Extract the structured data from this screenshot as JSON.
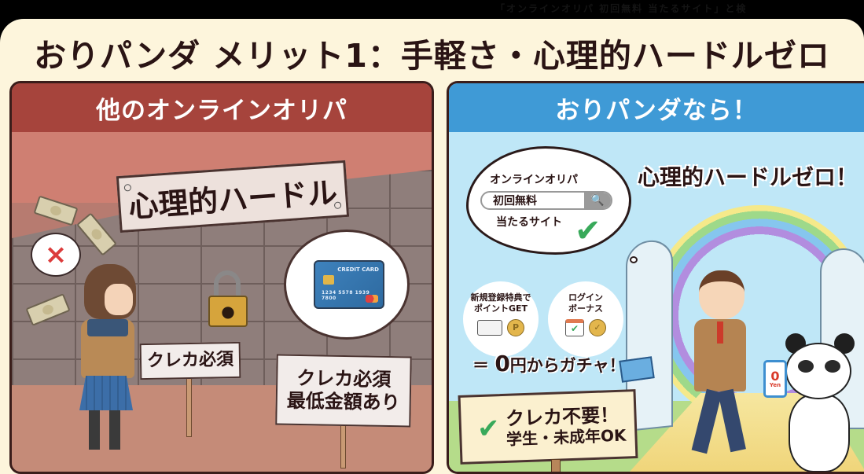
{
  "top_caption": "「オンラインオリパ 初回無料 当たるサイト」と検",
  "title": "おりパンダ メリット1：手軽さ・心理的ハードルゼロ",
  "left_panel": {
    "header": "他のオンラインオリパ",
    "big_sign": "心理的ハードル",
    "thought_icon": "×",
    "credit_card": {
      "title": "CREDIT CARD",
      "number": "1234 5578 1939 7800"
    },
    "sign_1": "クレカ必須",
    "sign_2_line1": "クレカ必須",
    "sign_2_line2": "最低金額あり",
    "colors": {
      "header": "#a6443c",
      "sky": "#cf7f72",
      "wall": "#8f7e7b"
    }
  },
  "right_panel": {
    "header": "おりパンダなら！",
    "headline": "心理的ハードルゼロ！",
    "thought": {
      "label": "オンラインオリパ",
      "search_value": "初回無料",
      "search_icon": "🔍",
      "sub": "当たるサイト",
      "check": "✔"
    },
    "bubble_1": {
      "line1": "新規登録特典で",
      "line2": "ポイントGET",
      "coin": "P"
    },
    "bubble_2": {
      "line1": "ログイン",
      "line2": "ボーナス",
      "check": "✔"
    },
    "gacha": {
      "prefix": "＝ ",
      "zero": "0",
      "suffix": "円からガチャ！"
    },
    "sign": {
      "check": "✔",
      "line1": "クレカ不要！",
      "line2": "学生・未成年OK"
    },
    "phone": {
      "amount": "0",
      "unit": "Yen"
    },
    "colors": {
      "header": "#3f9ad6",
      "sky": "#bfe7f7",
      "check": "#38a95a"
    }
  }
}
